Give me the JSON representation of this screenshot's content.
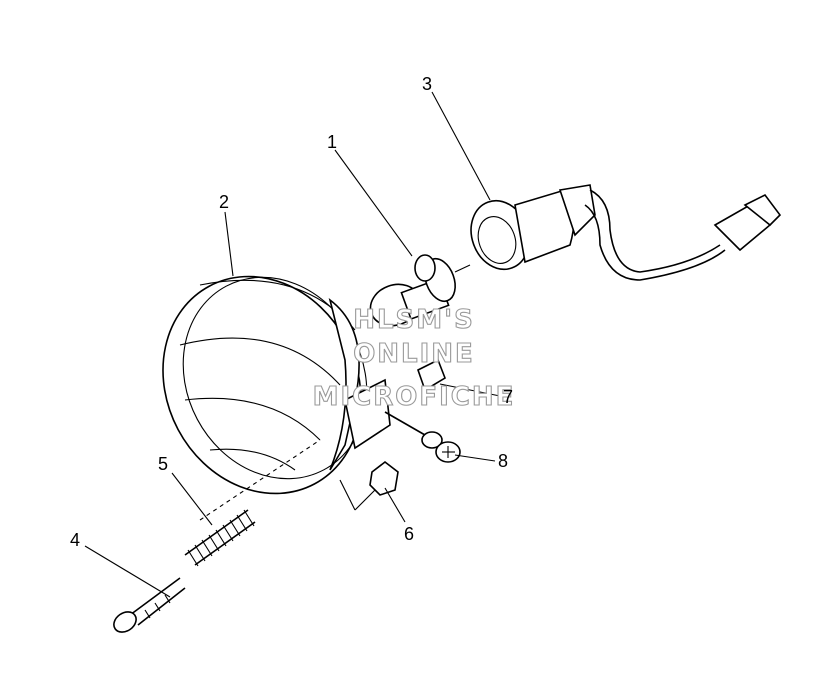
{
  "callouts": [
    {
      "id": "1",
      "label": "1"
    },
    {
      "id": "2",
      "label": "2"
    },
    {
      "id": "3",
      "label": "3"
    },
    {
      "id": "4",
      "label": "4"
    },
    {
      "id": "5",
      "label": "5"
    },
    {
      "id": "6",
      "label": "6"
    },
    {
      "id": "7",
      "label": "7"
    },
    {
      "id": "8",
      "label": "8"
    }
  ],
  "watermark": {
    "line1": "HLSM'S",
    "line2": "ONLINE",
    "line3": "MICROFICHE"
  }
}
